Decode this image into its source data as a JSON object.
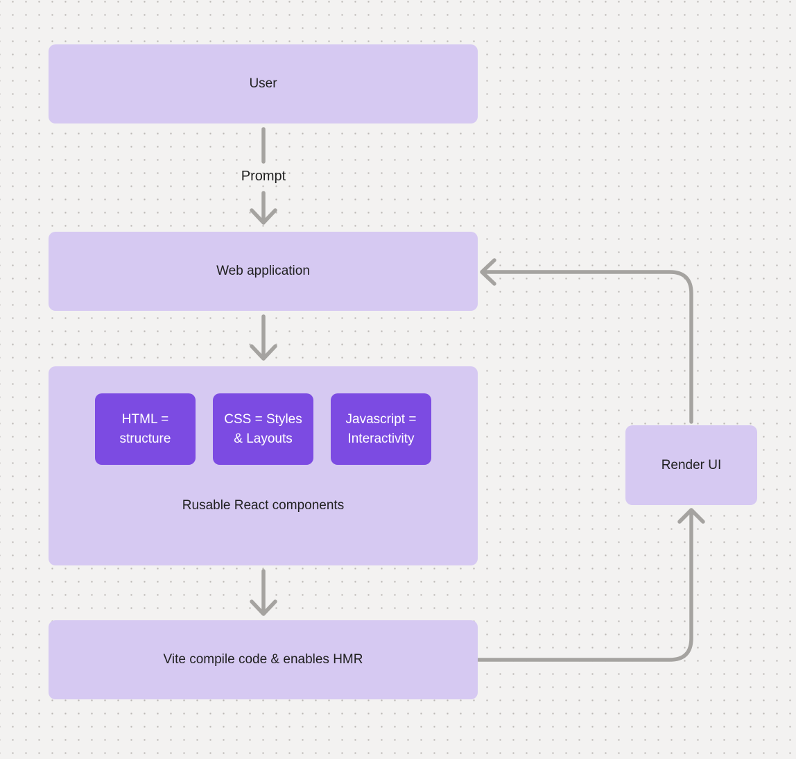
{
  "diagram": {
    "colors": {
      "background": "#f3f2f1",
      "dot_grid": "#bab7b4",
      "node_light_purple": "#d6c9f2",
      "node_dark_purple": "#7c4be2",
      "connector_gray": "#a5a3a0",
      "text_dark": "#1f1f1f",
      "text_light": "#ffffff"
    },
    "nodes": {
      "user": {
        "label": "User"
      },
      "web_application": {
        "label": "Web application"
      },
      "components_group": {
        "caption": "Rusable React components",
        "items": [
          {
            "label": "HTML = structure"
          },
          {
            "label": "CSS = Styles & Layouts"
          },
          {
            "label": "Javascript = Interactivity"
          }
        ]
      },
      "vite": {
        "label": "Vite compile code & enables HMR"
      },
      "render_ui": {
        "label": "Render UI"
      }
    },
    "edges": {
      "user_to_webapp_label": "Prompt"
    }
  }
}
